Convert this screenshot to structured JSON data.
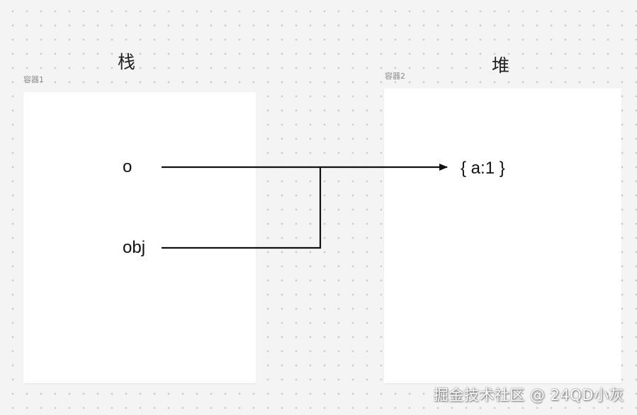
{
  "containers": [
    {
      "label": "容器1",
      "title": "栈"
    },
    {
      "label": "容器2",
      "title": "堆"
    }
  ],
  "stack_vars": [
    "o",
    "obj"
  ],
  "heap_object": "{ a:1 }",
  "watermark": "掘金技术社区 @ 24QD小灰"
}
